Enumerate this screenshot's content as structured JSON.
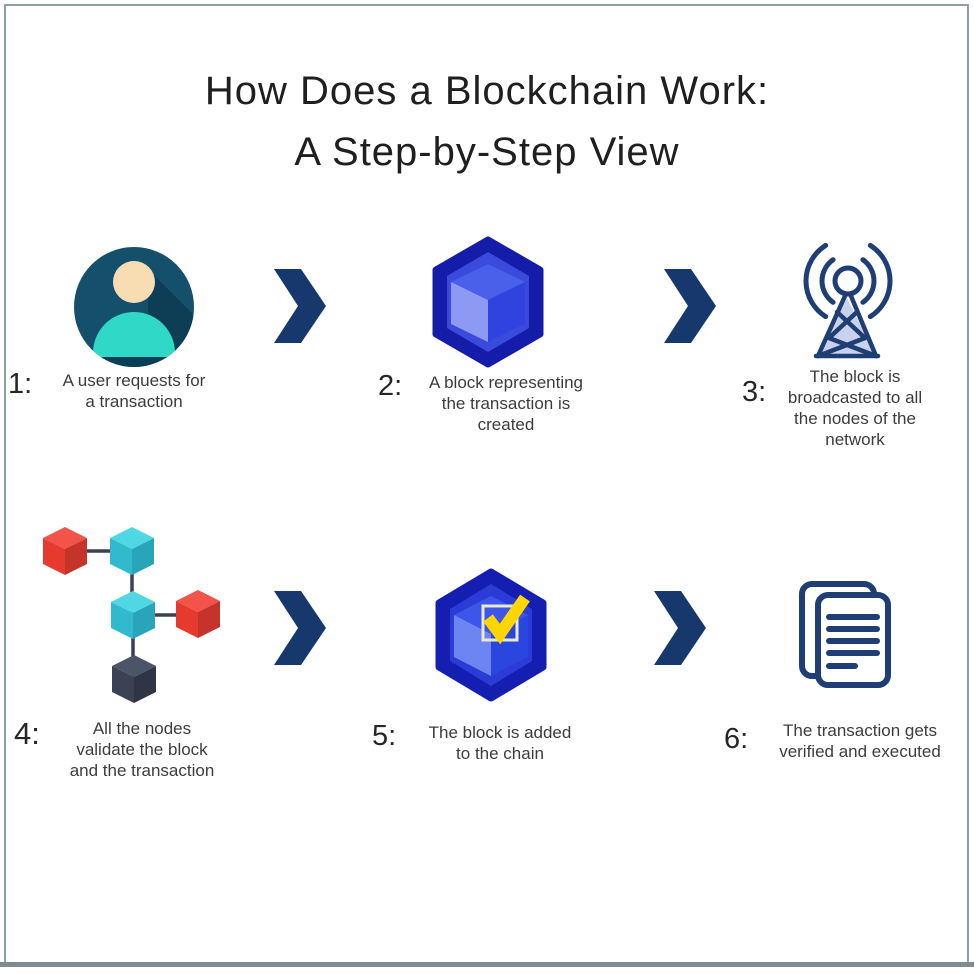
{
  "page": {
    "title": "How Does a Blockchain Work:\nA Step-by-Step View"
  },
  "steps": [
    {
      "num": "1:",
      "icon": "user-icon",
      "label": "A user requests for\na transaction"
    },
    {
      "num": "2:",
      "icon": "block-cube-icon",
      "label": "A block representing\nthe transaction is\ncreated"
    },
    {
      "num": "3:",
      "icon": "broadcast-antenna-icon",
      "label": "The block is\nbroadcasted to all\nthe nodes of the\nnetwork"
    },
    {
      "num": "4:",
      "icon": "nodes-network-icon",
      "label": "All the nodes\nvalidate the block\nand the transaction"
    },
    {
      "num": "5:",
      "icon": "block-check-icon",
      "label": "The block is added\nto the chain"
    },
    {
      "num": "6:",
      "icon": "documents-icon",
      "label": "The transaction gets\nverified and executed"
    }
  ],
  "colors": {
    "chevron_navy": "#17386D",
    "outline_navy": "#1F3E73",
    "cube_outer_blue": "#151CA9",
    "cube_inner_blue": "#3A4ADC",
    "cube_light_face": "#8C9AF3",
    "avatar_circle": "#14506C",
    "avatar_shadow": "#0E3E56",
    "avatar_skin": "#F8DCB2",
    "avatar_body_teal": "#2FD8C7",
    "node_red": "#E8392E",
    "node_teal": "#38C9DA",
    "node_dark": "#3A4152",
    "check_yellow": "#FFD600",
    "antenna_fill": "#C9D2ED",
    "border_gray": "#8DA0A8",
    "background": "#FFFFFF"
  }
}
